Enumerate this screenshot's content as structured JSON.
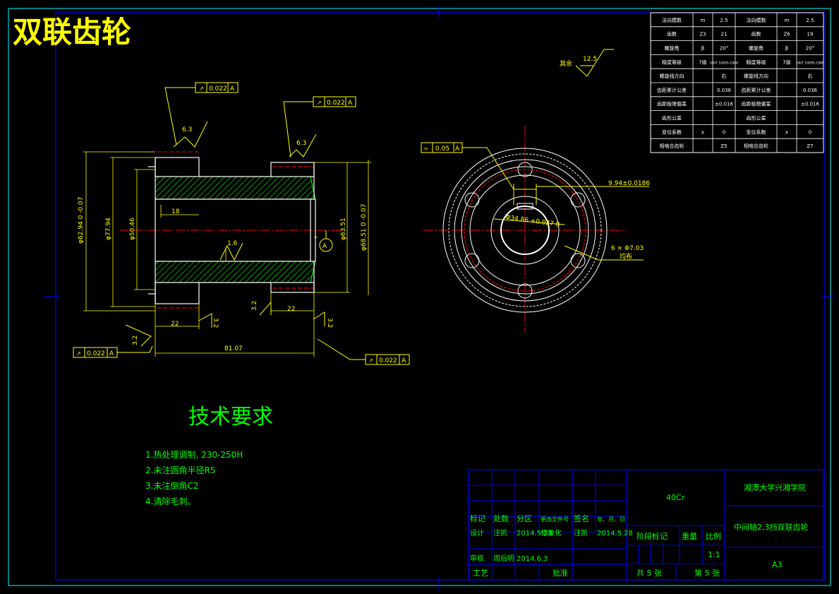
{
  "title": "双联齿轮",
  "tech_title": "技术要求",
  "tech_notes": [
    "1.热处理调制, 230-250H",
    "2.未注圆角半径R5",
    "3.未注倒角C2",
    "4.清除毛刺。"
  ],
  "params_table": {
    "rows": [
      [
        "法向模数",
        "m",
        "2.5",
        "法向模数",
        "m",
        "2.5"
      ],
      [
        "齿数",
        "Z3",
        "21",
        "齿数",
        "Z6",
        "19"
      ],
      [
        "螺旋角",
        "β",
        "20°",
        "螺旋角",
        "β",
        "20°"
      ],
      [
        "精度等级",
        "7级",
        "GB/T 10095-1988",
        "精度等级",
        "7级",
        "GB/T 10095-1988"
      ],
      [
        "螺旋线方向",
        "",
        "右",
        "螺旋线方向",
        "",
        "右"
      ],
      [
        "齿距累计公差",
        "",
        "0.036",
        "齿距累计公差",
        "",
        "0.036"
      ],
      [
        "齿距极限偏差",
        "",
        "±0.016",
        "齿距极限偏差",
        "",
        "±0.016"
      ],
      [
        "齿形公差",
        "",
        "",
        "齿形公差",
        "",
        ""
      ],
      [
        "变位系数",
        "x",
        "0",
        "变位系数",
        "x",
        "0"
      ],
      [
        "相啮合齿轮",
        "",
        "Z5",
        "相啮合齿轮",
        "",
        "Z7"
      ]
    ]
  },
  "roughness_other": {
    "label": "其余",
    "value": "12.5"
  },
  "section_dims": {
    "runout_left": "0.022",
    "runout_right": "0.022",
    "runout_bottom_left": "0.022",
    "runout_bottom_right": "0.022",
    "datum": "A",
    "rough_63_left": "6.3",
    "rough_63_right": "6.3",
    "rough_16": "1.6",
    "rough_32_a": "3.2",
    "rough_32_b": "3.2",
    "rough_32_c": "3.2",
    "rough_32_d": "3.2",
    "dim_18": "18",
    "dim_22_left": "22",
    "dim_22_right": "22",
    "dim_total": "81.07",
    "dia_outer_left": "φ62.94 0 -0.07",
    "dia_177": "φ77.94",
    "dia_bore": "φ50.46",
    "dia_63": "φ63.51",
    "dia_outer_right": "φ68.51 0 -0.07"
  },
  "end_view": {
    "symmetry_tol": "0.05",
    "datum": "A",
    "keyway": "9.94±0.0186",
    "bore": "Φ34.86 +0.027 0",
    "holes": "6 × Φ7.03",
    "holes_note": "均布"
  },
  "title_block": {
    "material": "40Cr",
    "school": "湘潭大学兴湘学院",
    "drawing_name": "中间轴2,3挡双联齿轮",
    "header_cells": [
      "标记",
      "处数",
      "分区",
      "更改文件号",
      "签名",
      "年、月、日"
    ],
    "design_row": [
      "设计",
      "汪凯",
      "2014.5.28",
      "标准化",
      "汪凯",
      "2014.5.28"
    ],
    "review_row": [
      "审核",
      "周后明",
      "2014.6.3"
    ],
    "craft": "工艺",
    "approve": "批准",
    "stage": "阶段标记",
    "weight": "重量",
    "scale_label": "比例",
    "scale": "1:1",
    "sheets_total": "共 5 张",
    "sheet_no": "第 5 张",
    "size": "A3"
  }
}
